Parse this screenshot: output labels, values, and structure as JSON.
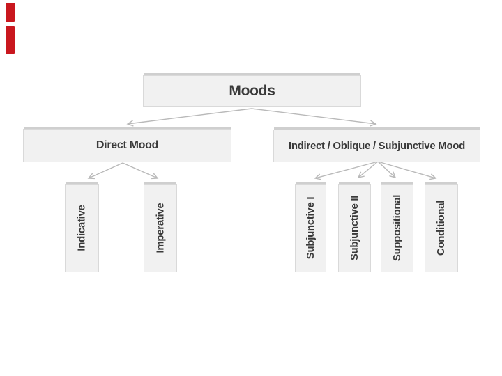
{
  "colors": {
    "accent": "#c9171e",
    "box_fill": "#f1f1f1",
    "box_border": "#d9d9d9",
    "box_top_edge": "#cfcfcf",
    "arrow": "#b9b9b9",
    "text": "#3a3a3a"
  },
  "diagram": {
    "type": "hierarchy-tree",
    "root": {
      "label": "Moods"
    },
    "branches": [
      {
        "label": "Direct Mood",
        "children": [
          "Indicative",
          "Imperative"
        ]
      },
      {
        "label": "Indirect / Oblique / Subjunctive Mood",
        "children": [
          "Subjunctive I",
          "Subjunctive II",
          "Suppositional",
          "Conditional"
        ]
      }
    ]
  }
}
